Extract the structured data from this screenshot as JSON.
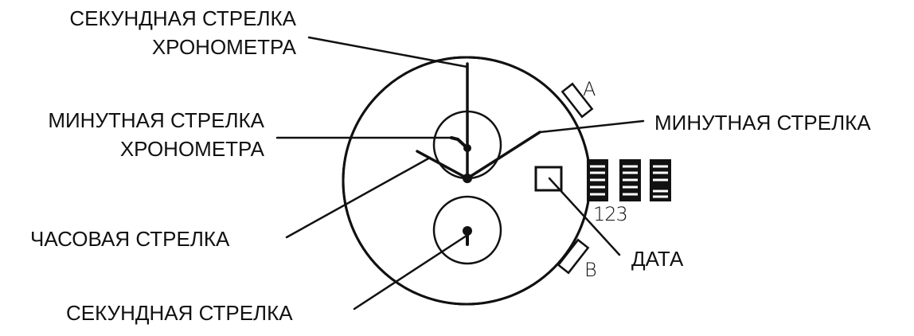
{
  "diagram": {
    "title": "",
    "labels": {
      "chrono_second_hand": {
        "line1": "СЕКУНДНАЯ СТРЕЛКА",
        "line2": "ХРОНОМЕТРА"
      },
      "chrono_minute_hand": {
        "line1": "МИНУТНАЯ СТРЕЛКА",
        "line2": "ХРОНОМЕТРА"
      },
      "hour_hand": "ЧАСОВАЯ СТРЕЛКА",
      "second_hand": "СЕКУНДНАЯ СТРЕЛКА",
      "minute_hand": "МИНУТНАЯ СТРЕЛКА",
      "date": "ДАТА"
    },
    "buttons": {
      "a": "A",
      "b": "B"
    },
    "date_positions": "123",
    "colors": {
      "line": "#111111",
      "background": "#ffffff"
    }
  }
}
